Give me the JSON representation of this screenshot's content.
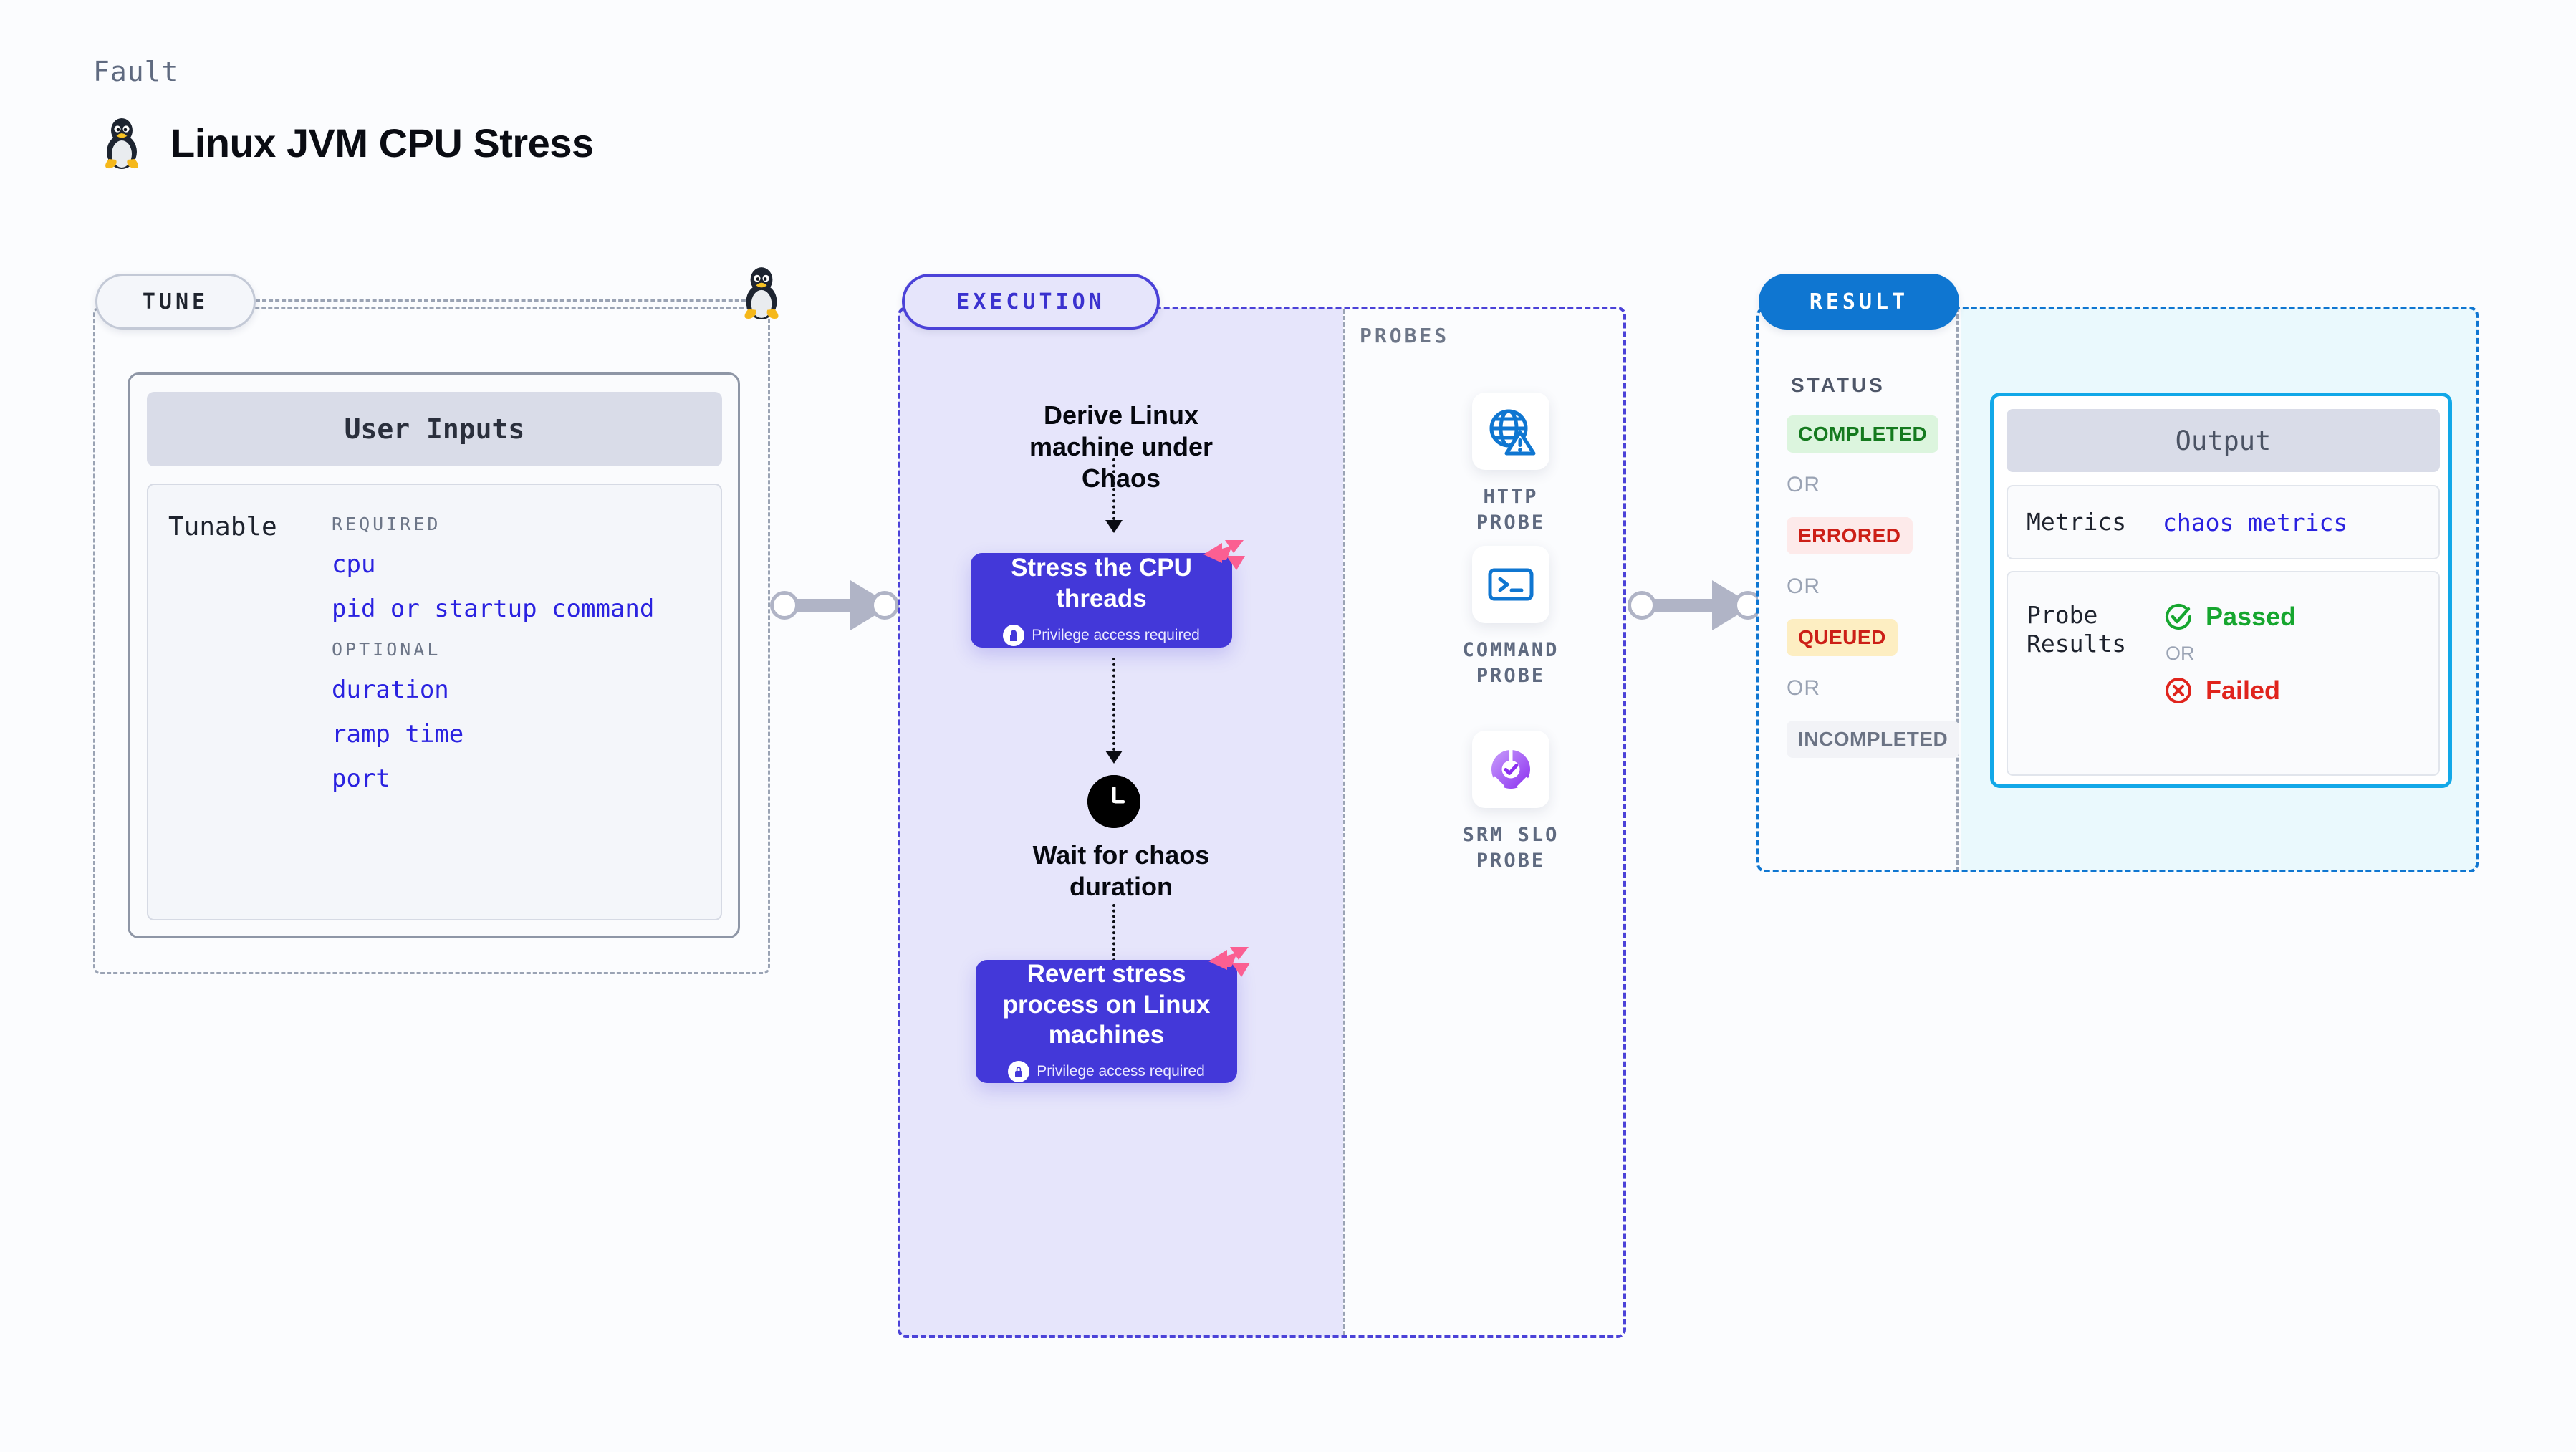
{
  "header": {
    "kicker": "Fault",
    "title": "Linux JVM CPU Stress",
    "icon": "tux-penguin-icon"
  },
  "tune": {
    "pill_label": "TUNE",
    "edge_icon": "tux-penguin-icon",
    "card": {
      "title": "User Inputs",
      "row_label": "Tunable",
      "groups": [
        {
          "heading": "REQUIRED",
          "items": [
            "cpu",
            "pid or startup command"
          ]
        },
        {
          "heading": "OPTIONAL",
          "items": [
            "duration",
            "ramp time",
            "port"
          ]
        }
      ]
    }
  },
  "execution": {
    "pill_label": "EXECUTION",
    "steps": [
      {
        "type": "text",
        "label": "Derive Linux machine under Chaos"
      },
      {
        "type": "node",
        "label": "Stress the CPU threads",
        "sub": "Privilege access required",
        "badge": "fault-ribbon-icon"
      },
      {
        "type": "text",
        "label": "Wait for chaos duration",
        "icon": "clock-icon"
      },
      {
        "type": "node",
        "label": "Revert stress process on Linux machines",
        "sub": "Privilege access required",
        "badge": "fault-ribbon-icon"
      }
    ]
  },
  "probes": {
    "heading": "PROBES",
    "items": [
      {
        "label": "HTTP PROBE",
        "icon": "globe-warning-icon"
      },
      {
        "label": "COMMAND PROBE",
        "icon": "terminal-icon"
      },
      {
        "label": "SRM SLO PROBE",
        "icon": "slo-donut-check-icon"
      }
    ]
  },
  "result": {
    "pill_label": "RESULT",
    "status_heading": "STATUS",
    "or_label": "OR",
    "statuses": [
      {
        "label": "COMPLETED",
        "bg": "#dcf5de",
        "fg": "#157a1f"
      },
      {
        "label": "ERRORED",
        "bg": "#fdeaea",
        "fg": "#cc1f17"
      },
      {
        "label": "QUEUED",
        "bg": "#fdeec2",
        "fg": "#cc1f17"
      },
      {
        "label": "INCOMPLETED",
        "bg": "#f2f3f7",
        "fg": "#6b7384"
      }
    ],
    "output": {
      "title": "Output",
      "metrics_key": "Metrics",
      "metrics_value": "chaos metrics",
      "probe_results_key": "Probe Results",
      "passed_label": "Passed",
      "failed_label": "Failed",
      "or_label": "OR"
    }
  },
  "colors": {
    "node_purple": "#4338d9",
    "exec_fill": "#e6e5fb",
    "result_blue": "#0f76d1",
    "output_cyan": "#12a8e8",
    "link_blue": "#2a22e0",
    "ribbon_pink": "#fb5f92"
  }
}
